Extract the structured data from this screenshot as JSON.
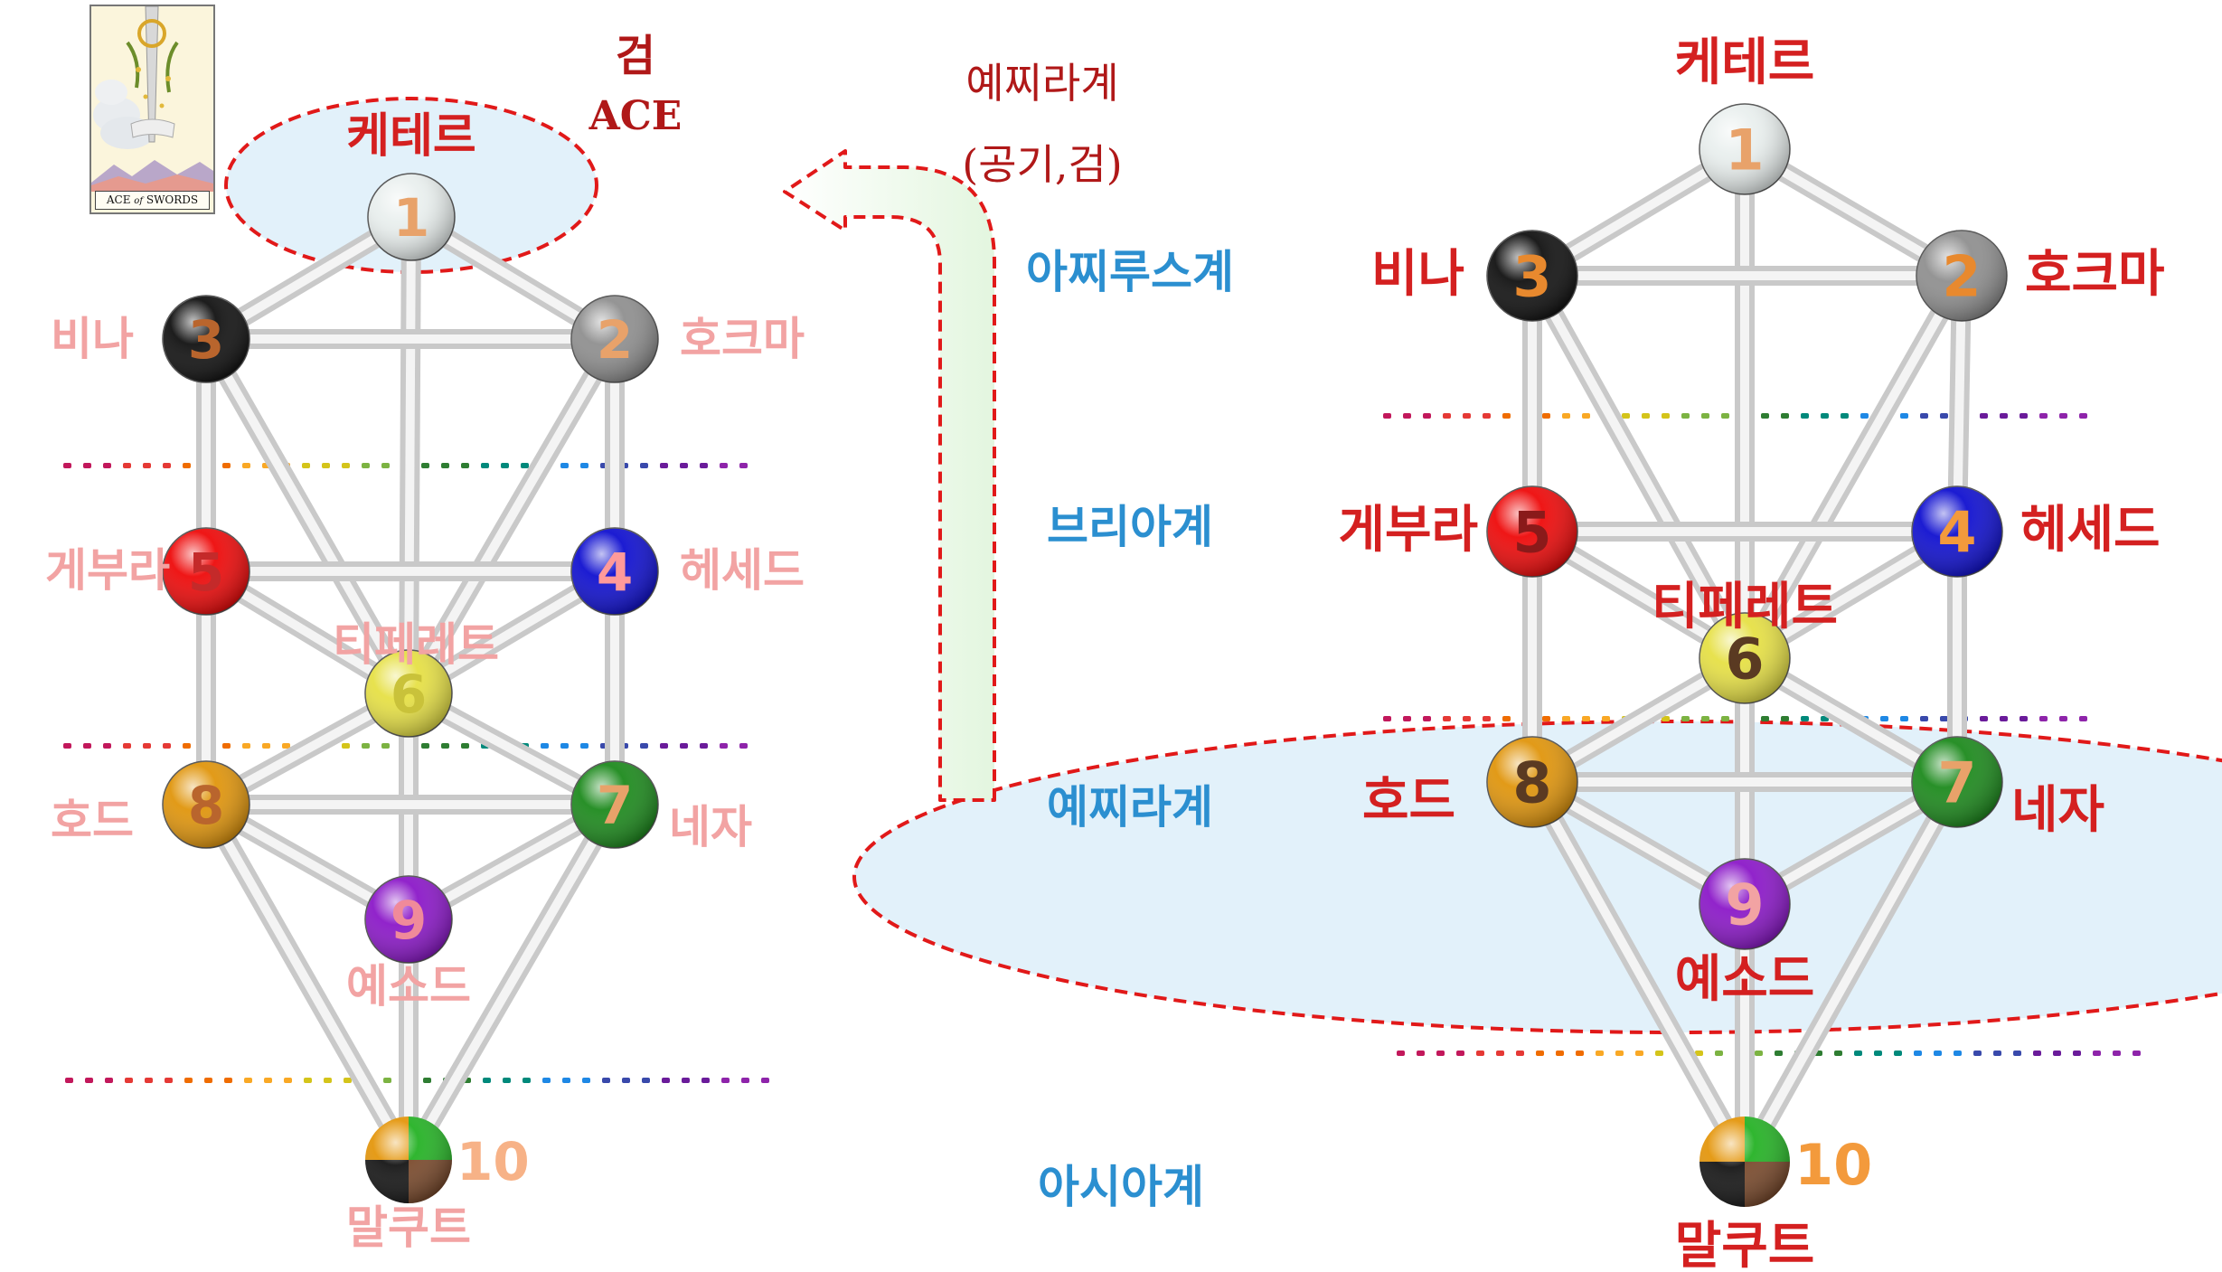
{
  "left_tree": {
    "sephiroth": [
      {
        "number": "1",
        "name": "케테르",
        "color": "#e9efee",
        "number_color": "#e8a26a"
      },
      {
        "number": "2",
        "name": "호크마",
        "color": "#8f8f8f",
        "number_color": "#e8a26a"
      },
      {
        "number": "3",
        "name": "비나",
        "color": "#111111",
        "number_color": "#b9652d"
      },
      {
        "number": "4",
        "name": "헤세드",
        "color": "#1010d0",
        "number_color": "#ff9a9a"
      },
      {
        "number": "5",
        "name": "게부라",
        "color": "#ee0a0a",
        "number_color": "#c42a2a"
      },
      {
        "number": "6",
        "name": "티페레트",
        "color": "#e6e045",
        "number_color": "#c9c23a"
      },
      {
        "number": "7",
        "name": "네자",
        "color": "#1d8a1d",
        "number_color": "#e8a26a"
      },
      {
        "number": "8",
        "name": "호드",
        "color": "#e0950c",
        "number_color": "#b9652d"
      },
      {
        "number": "9",
        "name": "예소드",
        "color": "#8b18c8",
        "number_color": "#f08a9a"
      },
      {
        "number": "10",
        "name": "말쿠트",
        "number_color": "#f7b287"
      }
    ],
    "name_color": "#f2a3a3",
    "highlight_name_color": "#d42020"
  },
  "right_tree": {
    "sephiroth": [
      {
        "number": "1",
        "name": "케테르",
        "color": "#e9efee",
        "number_color": "#e8a26a"
      },
      {
        "number": "2",
        "name": "호크마",
        "color": "#8f8f8f",
        "number_color": "#e8892e"
      },
      {
        "number": "3",
        "name": "비나",
        "color": "#111111",
        "number_color": "#e8892e"
      },
      {
        "number": "4",
        "name": "헤세드",
        "color": "#1010d0",
        "number_color": "#f39a3c"
      },
      {
        "number": "5",
        "name": "게부라",
        "color": "#ee0a0a",
        "number_color": "#8a1a1a"
      },
      {
        "number": "6",
        "name": "티페레트",
        "color": "#e6e045",
        "number_color": "#5a3a22"
      },
      {
        "number": "7",
        "name": "네자",
        "color": "#1d8a1d",
        "number_color": "#e8a26a"
      },
      {
        "number": "8",
        "name": "호드",
        "color": "#e0950c",
        "number_color": "#5a3a22"
      },
      {
        "number": "9",
        "name": "예소드",
        "color": "#8b18c8",
        "number_color": "#f2a3a3"
      },
      {
        "number": "10",
        "name": "말쿠트",
        "number_color": "#f39a3c"
      }
    ],
    "name_color": "#d42020"
  },
  "worlds": {
    "atziluth": "아찌루스계",
    "briah": "브리아계",
    "yetzirah": "예찌라계",
    "assiah": "아시아계",
    "color": "#2b8fd0"
  },
  "annotation": {
    "world": "예찌라계",
    "element": "(공기,검)",
    "suit": "검",
    "rank": "ACE",
    "color": "#b01818"
  },
  "card": {
    "caption_rank": "ACE",
    "caption_of": "of",
    "caption_suit": "SWORDS"
  },
  "colors": {
    "highlight_fill": "#e2f1fa",
    "dash": "#e11919",
    "arrow_fill": "#e6f7e4",
    "path": "#dedede"
  }
}
